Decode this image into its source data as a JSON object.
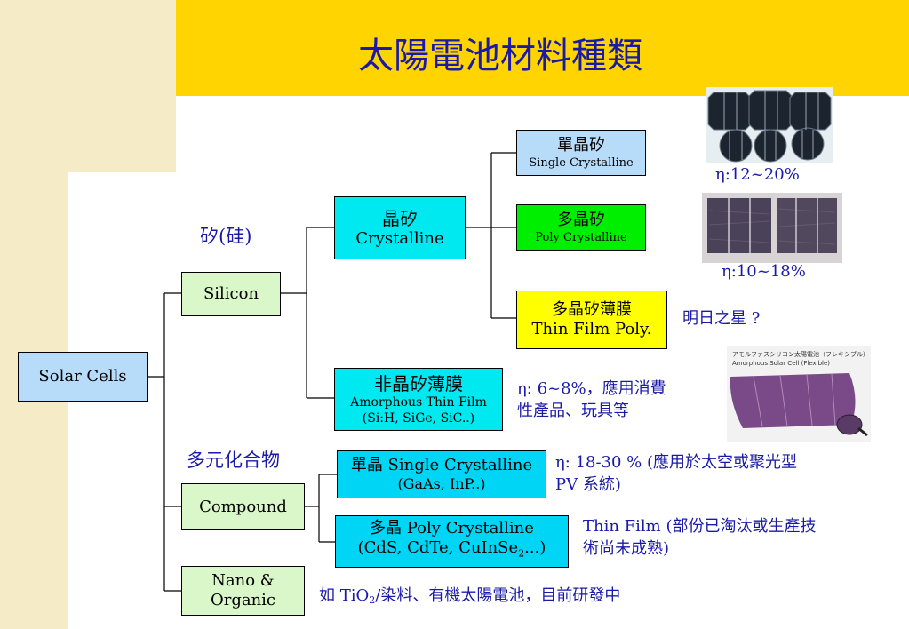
{
  "title": "太陽電池材料種類",
  "root": {
    "label": "Solar Cells"
  },
  "categories": {
    "silicon": {
      "label": "Silicon",
      "annotation": "矽(硅)"
    },
    "compound": {
      "label": "Compound",
      "annotation": "多元化合物"
    },
    "nano_organic": {
      "label_line1": "Nano &",
      "label_line2": "Organic"
    }
  },
  "silicon_children": {
    "crystalline": {
      "zh": "晶矽",
      "en": "Crystalline"
    },
    "amorphous": {
      "zh": "非晶矽薄膜",
      "en": "Amorphous Thin Film",
      "detail": "(Si:H, SiGe, SiC..)"
    }
  },
  "crystalline_children": {
    "single": {
      "zh": "單晶矽",
      "en": "Single Crystalline"
    },
    "poly": {
      "zh": "多晶矽",
      "en": "Poly Crystalline"
    },
    "thin_film_poly": {
      "zh": "多晶矽薄膜",
      "en": "Thin Film Poly."
    }
  },
  "compound_children": {
    "single": {
      "line1": "單晶 Single Crystalline",
      "line2": "(GaAs, InP..)"
    },
    "poly": {
      "line1": "多晶 Poly Crystalline",
      "line2_main": "(CdS, CdTe, CuInSe",
      "line2_sub": "2",
      "line2_tail": "...)"
    }
  },
  "notes": {
    "single_eff": "η:12~20%",
    "poly_eff": "η:10~18%",
    "thin_film_poly": "明日之星 ?",
    "amorphous_line1": "η: 6~8%，應用消費",
    "amorphous_line2": "性產品、玩具等",
    "compound_single_line1": "η: 18-30 % (應用於太空或聚光型",
    "compound_single_line2": "PV 系統)",
    "compound_poly_line1": "Thin Film (部份已淘汰或生產技",
    "compound_poly_line2": "術尚未成熟)",
    "nano_pre": "如 TiO",
    "nano_sub": "2",
    "nano_post": "/染料、有機太陽電池，目前研發中"
  },
  "photos": {
    "flexible_cell_caption_jp": "アモルファスシリコン太陽電池（フレキシブル）",
    "flexible_cell_caption_en": "Amorphous Solar Cell (Flexible)"
  },
  "colors": {
    "banner": "#ffd400",
    "sidebar": "#f5ecc7",
    "title_text": "#1a1aa8",
    "note_text": "#1a1aa8",
    "root_box": "#b7dcfa",
    "category_box": "#d9f7c9",
    "crystalline_box": "#00e8f0",
    "single_box": "#b7dcfa",
    "poly_box": "#00ee00",
    "thin_film_box": "#ffff00",
    "compound_box": "#00d5f5"
  }
}
